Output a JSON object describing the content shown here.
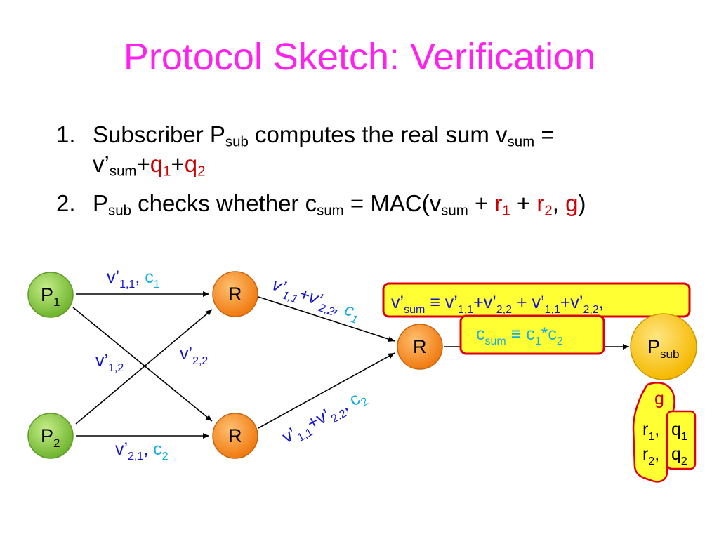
{
  "title": "Protocol Sketch: Verification",
  "steps": [
    {
      "num": "1.",
      "t1": "Subscriber P",
      "sub1": "sub",
      "t2": " computes the real sum v",
      "sub2": "sum",
      "t3": " =",
      "t4": "v’",
      "sub4": "sum",
      "t5": "+",
      "q1": "q",
      "q1sub": "1",
      "t6": "+",
      "q2": "q",
      "q2sub": "2"
    },
    {
      "num": "2.",
      "t1": "P",
      "sub1": "sub",
      "t2": " checks whether c",
      "sub2": "sum",
      "t3": " = MAC(v",
      "sub3": "sum",
      "t4": " + ",
      "r1": "r",
      "r1sub": "1",
      "t5": " + ",
      "r2": "r",
      "r2sub": "2",
      "t6": ", ",
      "g": "g",
      "t7": ")"
    }
  ],
  "nodes": {
    "p1": {
      "label": "P",
      "sub": "1"
    },
    "p2": {
      "label": "P",
      "sub": "2"
    },
    "r_top": {
      "label": "R"
    },
    "r_bottom": {
      "label": "R"
    },
    "r_mid": {
      "label": "R"
    },
    "psub": {
      "label": "P",
      "sub": "sub"
    }
  },
  "edge_labels": {
    "e_p1_rtop": {
      "v": "v’",
      "vsub": "1,1",
      "sep": ", ",
      "c": "c",
      "csub": "1"
    },
    "e_p1_rbot": {
      "v": "v’",
      "vsub": "1,2"
    },
    "e_p2_rtop": {
      "v": "v’",
      "vsub": "2,2"
    },
    "e_p2_rbot": {
      "v": "v’",
      "vsub": "2,1",
      "sep": ", ",
      "c": "c",
      "csub": "2"
    },
    "e_rtop_rmid": {
      "a": "v’",
      "asub": "1,1",
      "plus": "+v’",
      "bsub": "2,2",
      "sep": ", ",
      "c": "c",
      "csub": "1"
    },
    "e_rbot_rmid": {
      "a": "v’",
      "asub": "1,1",
      "plus": "+v’",
      "bsub": "2,2",
      "sep": ", ",
      "c": "c",
      "csub": "2"
    }
  },
  "boxes": {
    "vsum": {
      "a": "v’",
      "asub": "sum",
      "eq": " ≡ v’",
      "bsub": "1,1",
      "p1": "+v’",
      "csub": "2,2",
      "p2": " + v’",
      "dsub": "1,1",
      "p3": "+v’",
      "esub": "2,2",
      "tail": ","
    },
    "csum": {
      "a": "c",
      "asub": "sum",
      "eq": " ≡ c",
      "bsub": "1",
      "mul": "*c",
      "csub": "2"
    },
    "secret": {
      "g": "g",
      "r1": "r",
      "r1sub": "1",
      "c1": ",",
      "q1": "q",
      "q1sub": "1",
      "r2": "r",
      "r2sub": "2",
      "c2": ",",
      "q2": "q",
      "q2sub": "2"
    }
  },
  "colors": {
    "title": "#ff22ee",
    "node_green": "#8fd04a",
    "node_orange": "#ff8a1a",
    "node_yellow": "#ffc418",
    "box_fill": "#ffff33",
    "box_border": "#dd0011",
    "label_blue": "#1515d0",
    "label_cyan": "#14aee0",
    "accent_red": "#cc0000"
  }
}
